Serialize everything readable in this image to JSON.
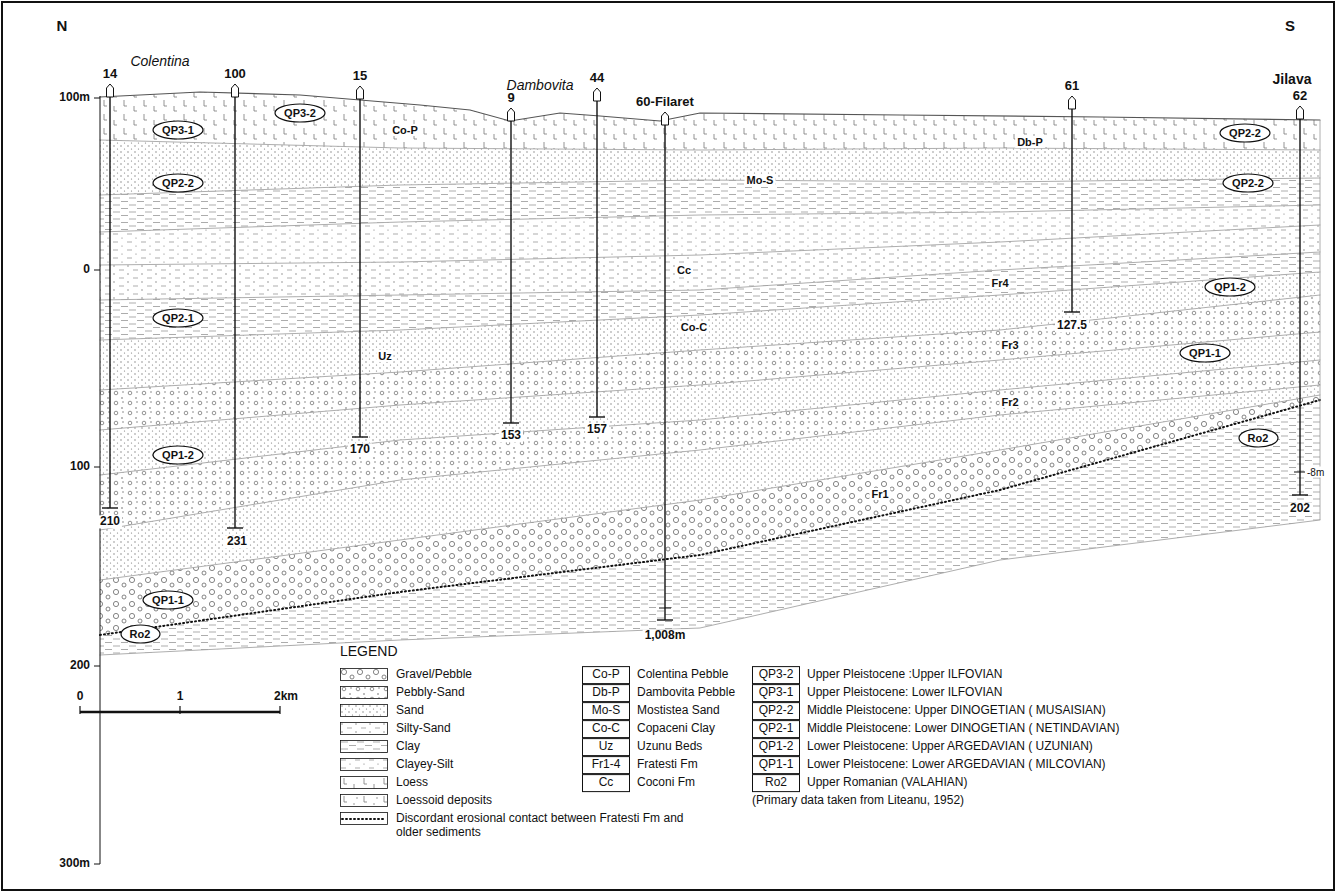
{
  "diagram": {
    "nodes": [
      {
        "text": [
          "QP3-2"
        ]
      },
      {
        "text": [
          "QP3-1"
        ]
      },
      {
        "text": [
          "QP2-2"
        ]
      },
      {
        "text": [
          "QP2-2"
        ]
      },
      {
        "text": [
          "QP2-2"
        ]
      },
      {
        "text": [
          "QP1-2"
        ]
      },
      {
        "text": [
          "QP2-1"
        ]
      },
      {
        "text": [
          "QP1-1"
        ]
      },
      {
        "text": [
          "Ro2"
        ]
      },
      {
        "text": [
          "QP1-2"
        ]
      },
      {
        "text": [
          "QP1-1"
        ]
      },
      {
        "text": [
          "Ro2"
        ]
      },
      {
        "text": [
          "Co-P",
          "Colentina Pebble"
        ]
      },
      {
        "text": [
          "Db-P",
          "Dambovita Pebble"
        ]
      },
      {
        "text": [
          "Mo-S",
          "Mostistea Sand"
        ]
      },
      {
        "text": [
          "Co-C",
          "Copaceni Clay"
        ]
      },
      {
        "text": [
          "Uz",
          "Uzunu Beds"
        ]
      },
      {
        "text": [
          "Fr1-4",
          "Fratesti Fm"
        ]
      },
      {
        "text": [
          "Cc",
          "Coconi Fm"
        ]
      },
      {
        "text": [
          "QP3-2",
          "Upper Pleistocene :Upper ILFOVIAN"
        ]
      },
      {
        "text": [
          "QP3-1",
          "Upper Pleistocene: Lower ILFOVIAN"
        ]
      },
      {
        "text": [
          "QP2-2",
          "Middle Pleistocene: Upper DINOGETIAN ( MUSAISIAN)"
        ]
      },
      {
        "text": [
          "QP2-1",
          "Middle Pleistocene: Lower DINOGETIAN ( NETINDAVIAN)"
        ]
      },
      {
        "text": [
          "QP1-2",
          "Lower Pleistocene: Upper ARGEDAVIAN ( UZUNIAN)"
        ]
      },
      {
        "text": [
          "QP1-1",
          "Lower Pleistocene: Lower ARGEDAVIAN ( MILCOVIAN)"
        ]
      },
      {
        "text": [
          "Ro2",
          "Upper Romanian (VALAHIAN)"
        ]
      }
    ],
    "labels": [
      "N",
      "S",
      "Colentina",
      "Dambovita",
      "Jilava",
      "100m",
      "0",
      "100",
      "200",
      "300m",
      "14",
      "100",
      "15",
      "9",
      "44",
      "60-Filaret",
      "61",
      "62",
      "210",
      "231",
      "170",
      "153",
      "157",
      "1,008m",
      "127.5",
      "-8m",
      "202",
      "Co-P",
      "Db-P",
      "Mo-S",
      "Cc",
      "Co-C",
      "Uz",
      "Fr4",
      "Fr3",
      "Fr2",
      "Fr1",
      "LEGEND",
      "0",
      "1",
      "2km",
      "(Primary data taken from Liteanu, 1952)"
    ],
    "legend": [
      {
        "text": "Gravel/Pebble"
      },
      {
        "text": "Pebbly-Sand"
      },
      {
        "text": "Sand"
      },
      {
        "text": "Silty-Sand"
      },
      {
        "text": "Clay"
      },
      {
        "text": "Clayey-Silt"
      },
      {
        "text": "Loess"
      },
      {
        "text": "Loessoid deposits"
      },
      {
        "text": "Discordant erosional contact between Fratesti Fm and older sediments"
      }
    ]
  }
}
